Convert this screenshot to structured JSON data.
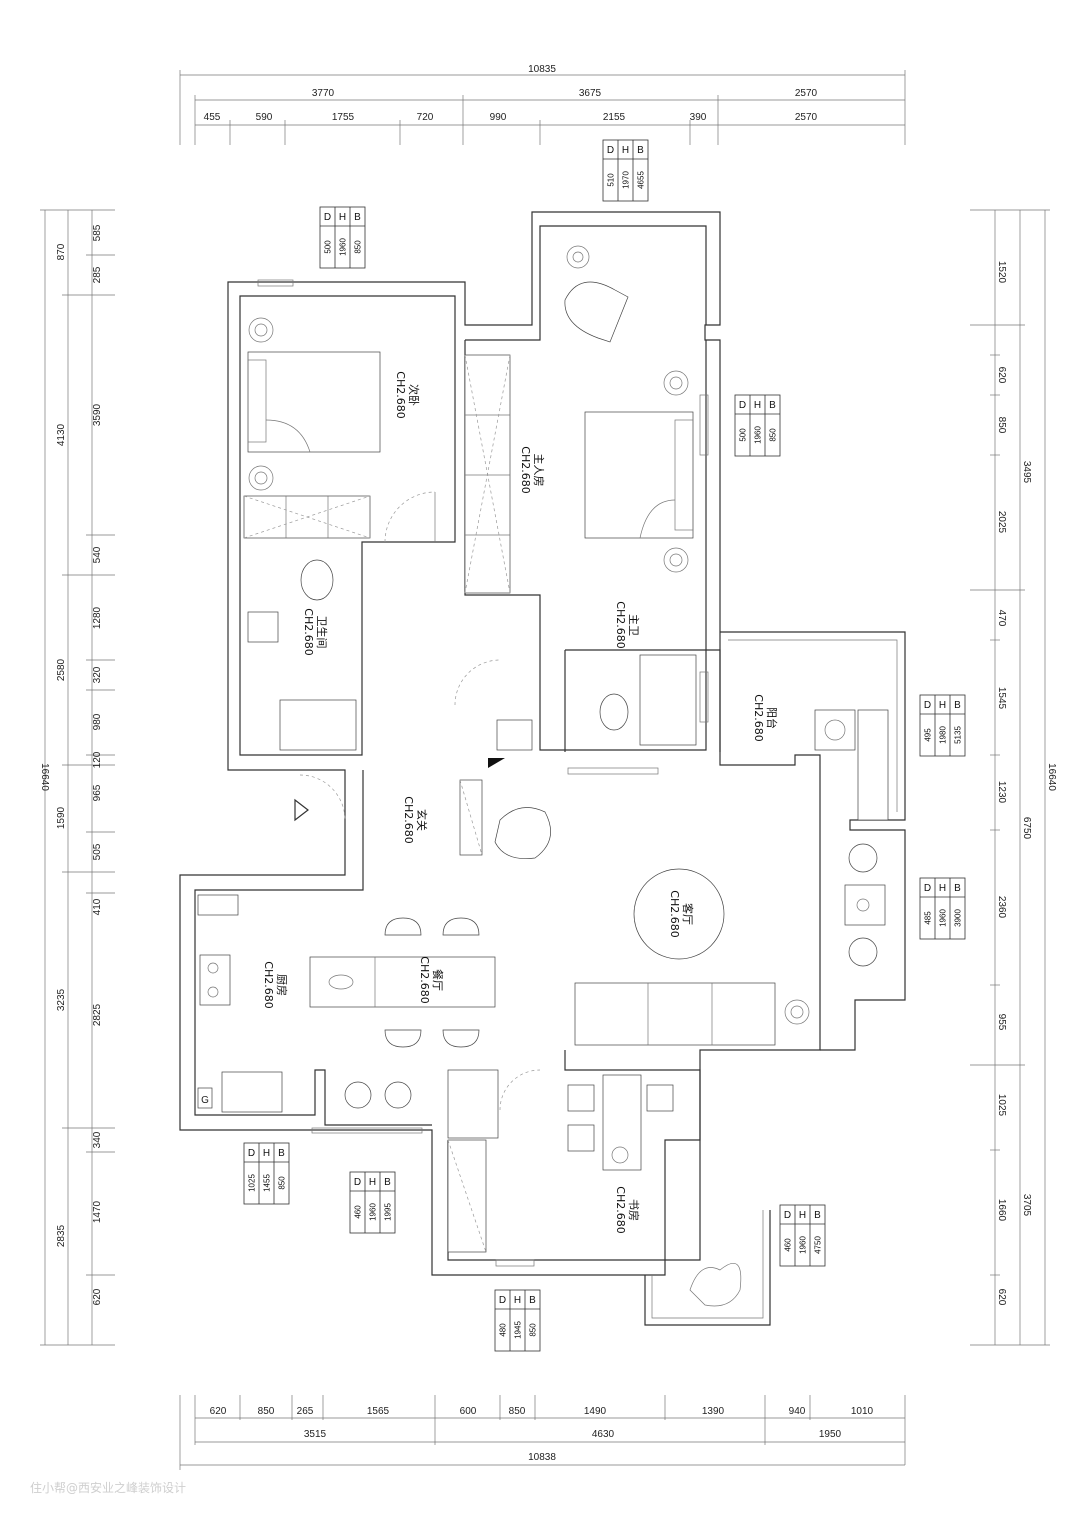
{
  "dimensions": {
    "top_total": "10835",
    "top_sections": [
      "3770",
      "3675",
      "2570"
    ],
    "top_details": [
      "455",
      "590",
      "1755",
      "720",
      "990",
      "2155",
      "390",
      "2570"
    ],
    "bottom_total": "10838",
    "bottom_sections": [
      "3515",
      "4630",
      "1950"
    ],
    "bottom_details": [
      "620",
      "850",
      "265",
      "1565",
      "600",
      "850",
      "1490",
      "1390",
      "940",
      "1010"
    ],
    "left_total": "16640",
    "left_sections": [
      "870",
      "4130",
      "2580",
      "1590",
      "3235",
      "2835"
    ],
    "left_details": [
      "585",
      "285",
      "3590",
      "540",
      "1280",
      "320",
      "980",
      "120",
      "965",
      "505",
      "410",
      "2825",
      "340",
      "1470",
      "620"
    ],
    "right_total": "16640",
    "right_sections": [
      "1520",
      "3495",
      "6750",
      "3705"
    ],
    "right_details": [
      "1520",
      "620",
      "850",
      "2025",
      "470",
      "1545",
      "1230",
      "2360",
      "955",
      "1025",
      "1660",
      "620"
    ]
  },
  "rooms": [
    {
      "name": "次卧",
      "ch": "CH2.680"
    },
    {
      "name": "主人房",
      "ch": "CH2.680"
    },
    {
      "name": "卫生间",
      "ch": "CH2.680"
    },
    {
      "name": "主卫",
      "ch": "CH2.680"
    },
    {
      "name": "阳台",
      "ch": "CH2.680"
    },
    {
      "name": "玄关",
      "ch": "CH2.680"
    },
    {
      "name": "客厅",
      "ch": "CH2.680"
    },
    {
      "name": "厨房",
      "ch": "CH2.680"
    },
    {
      "name": "餐厅",
      "ch": "CH2.680"
    },
    {
      "name": "书房",
      "ch": "CH2.680"
    }
  ],
  "opening_tables": [
    {
      "B": "4655",
      "H": "1970",
      "D": "510"
    },
    {
      "B": "850",
      "H": "1960",
      "D": "500"
    },
    {
      "B": "850",
      "H": "1960",
      "D": "500"
    },
    {
      "B": "5135",
      "H": "1980",
      "D": "495"
    },
    {
      "B": "3900",
      "H": "1960",
      "D": "485"
    },
    {
      "B": "850",
      "H": "1455",
      "D": "1025"
    },
    {
      "B": "1995",
      "H": "1960",
      "D": "460"
    },
    {
      "B": "4750",
      "H": "1960",
      "D": "460"
    },
    {
      "B": "850",
      "H": "1945",
      "D": "480"
    }
  ],
  "table_labels": [
    "B",
    "H",
    "D"
  ],
  "gas_label": "G",
  "watermark": "住小帮@西安业之峰装饰设计"
}
